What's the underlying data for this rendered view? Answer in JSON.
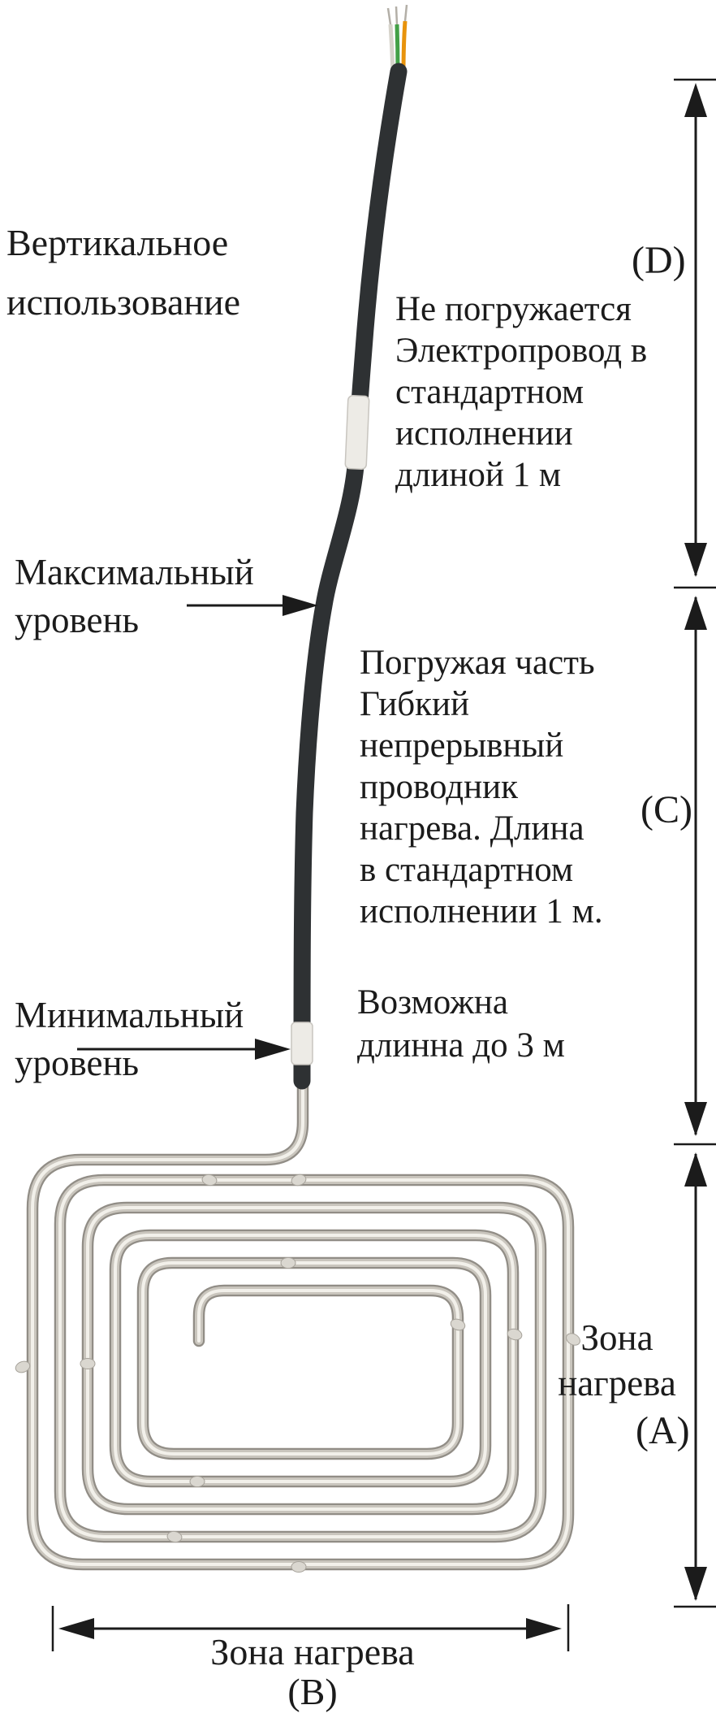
{
  "labels": {
    "orientation": [
      "Вертикальное",
      "использование"
    ],
    "max_level": [
      "Максимальный",
      "уровень"
    ],
    "min_level": [
      "Минимальный",
      "уровень"
    ],
    "not_submerged_note": [
      "Не погружается",
      "Электропровод в",
      "стандартном",
      "исполнении",
      "длиной 1 м"
    ],
    "immersed_note": [
      "Погружая часть",
      "Гибкий",
      "непрерывный",
      "проводник",
      "нагрева. Длина",
      "в стандартном",
      "исполнении 1 м."
    ],
    "length_note": [
      "Возможна",
      "длинна до 3 м"
    ],
    "heating_zone_side": [
      "Зона",
      "нагрева"
    ],
    "heating_zone_bottom": "Зона нагрева",
    "dim_d": "(D)",
    "dim_c": "(C)",
    "dim_a": "(A)",
    "dim_b": "(B)"
  },
  "colors": {
    "background": "#ffffff",
    "text": "#1b1b1b",
    "dimension": "#1b1b1b",
    "cable": "#2e3133",
    "sleeve": "#edebe6",
    "sleeve_border": "#c8c5bf",
    "tube_base": "#918d86",
    "tube_mid": "#c9c5bd",
    "tube_highlight": "#f2f0ea",
    "wire_white": "#d6d3ca",
    "wire_green": "#43a047",
    "wire_orange": "#e8930c",
    "wire_tip": "#b3afa7"
  }
}
